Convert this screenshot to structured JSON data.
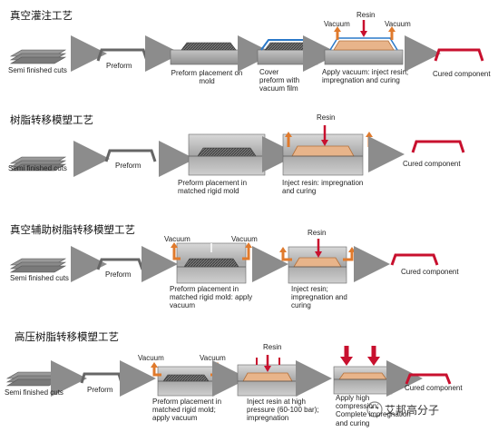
{
  "processes": [
    {
      "title": "真空灌注工艺",
      "steps": [
        "Semi finished cuts",
        "Preform",
        "Preform placement on mold",
        "Cover preform with vacuum film",
        "Apply vacuum: inject resin; impregnation and curing",
        "Cured component"
      ],
      "labels": {
        "vacuum_left": "Vacuum",
        "resin": "Resin",
        "vacuum_right": "Vacuum"
      }
    },
    {
      "title": "树脂转移模塑工艺",
      "steps": [
        "Semi finished cuts",
        "Preform",
        "Preform placement in matched rigid mold",
        "Inject resin: impregnation and curing",
        "Cured component"
      ],
      "labels": {
        "resin": "Resin"
      }
    },
    {
      "title": "真空辅助树脂转移模塑工艺",
      "steps": [
        "Semi finished cuts",
        "Preform",
        "Preform placement in matched rigid mold: apply vacuum",
        "Inject resin; impregnation and curing",
        "Cured component"
      ],
      "labels": {
        "vacuum_left": "Vacuum",
        "resin": "Resin",
        "vacuum_right": "Vacuum"
      }
    },
    {
      "title": "高压树脂转移模塑工艺",
      "steps": [
        "Semi finished cuts",
        "Preform",
        "Preform placement in matched rigid mold; apply vacuum",
        "Inject resin at high pressure (60-100 bar); impregnation",
        "Apply high compression; Complete impregnation and curing",
        "Cured component"
      ],
      "labels": {
        "vacuum_left": "Vacuum",
        "resin": "Resin",
        "vacuum_right": "Vacuum"
      }
    }
  ],
  "watermark": "艾邦高分子",
  "colors": {
    "accent": "#c8102e",
    "vacuum_arrow": "#e07a2c",
    "resin_arrow": "#c8102e",
    "mold_gray": "#9a9a9a",
    "resin_fill": "#e8b48a"
  }
}
